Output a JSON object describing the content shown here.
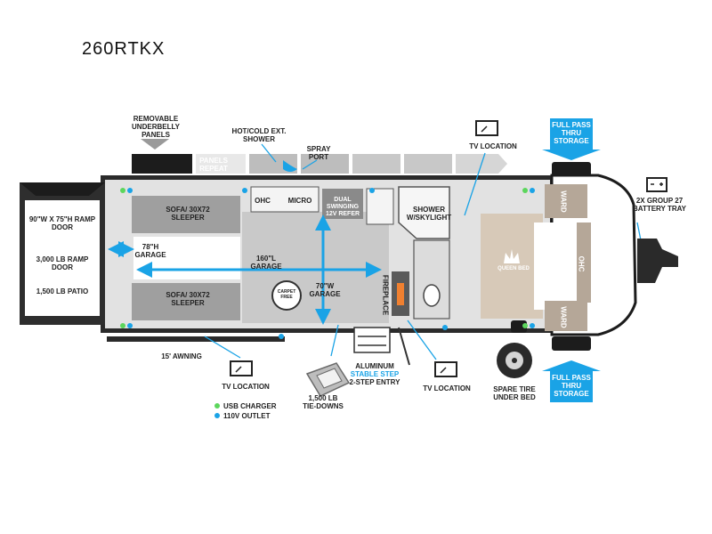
{
  "model": "260RTKX",
  "callouts": {
    "underbelly_panels": "REMOVABLE UNDERBELLY PANELS",
    "panels_repeat": "PANELS REPEAT",
    "hot_cold_shower": "HOT/COLD EXT. SHOWER",
    "spray_port": "SPRAY PORT",
    "tv_location_top": "TV LOCATION",
    "full_pass_top": "FULL PASS THRU STORAGE",
    "battery_tray": "2X GROUP 27 BATTERY TRAY",
    "full_pass_bottom": "FULL PASS THRU STORAGE",
    "spare_tire": "SPARE TIRE UNDER BED",
    "tv_location_bottom_right": "TV LOCATION",
    "aluminum": "ALUMINUM",
    "stable_step": "STABLE STEP",
    "two_step_entry": "2-STEP ENTRY",
    "tie_downs": "1,500 LB TIE-DOWNS",
    "tv_location_bottom_left": "TV LOCATION",
    "awning": "15' AWNING"
  },
  "rooms": {
    "ramp_door_size": "90\"W x 75\"H RAMP DOOR",
    "ramp_door_weight": "3,000 LB RAMP DOOR",
    "patio": "1,500 LB PATIO",
    "garage_78": "78\"H GARAGE",
    "sofa_top": "SOFA/ 30x72 SLEEPER",
    "sofa_bottom": "SOFA/ 30x72 SLEEPER",
    "garage_160": "160\"L GARAGE",
    "garage_70": "70\"W GARAGE",
    "ohc_kitchen": "OHC",
    "micro": "MICRO",
    "refer": "DUAL SWINGING 12V REFER",
    "shower": "SHOWER w/SKYLIGHT",
    "fireplace": "FIREPLACE",
    "queen_bed": "QUEEN BED",
    "ward_top": "WARD",
    "ohc_bed": "OHC",
    "ward_bottom": "WARD",
    "carpet_free": "CARPET FREE"
  },
  "legend": {
    "items": [
      {
        "label": "USB CHARGER",
        "color": "#5cd65c"
      },
      {
        "label": "110V OUTLET",
        "color": "#1aa3e6"
      }
    ]
  },
  "colors": {
    "accent_blue": "#1aa3e6",
    "floor_gray": "#cfcfcf",
    "dark": "#1c1c1c"
  },
  "icons": [
    "tv-icon",
    "battery-icon",
    "crown-icon",
    "tire-icon",
    "step-icon",
    "tie-down-icon",
    "toilet-icon",
    "sink-icon",
    "shower-head-icon"
  ]
}
